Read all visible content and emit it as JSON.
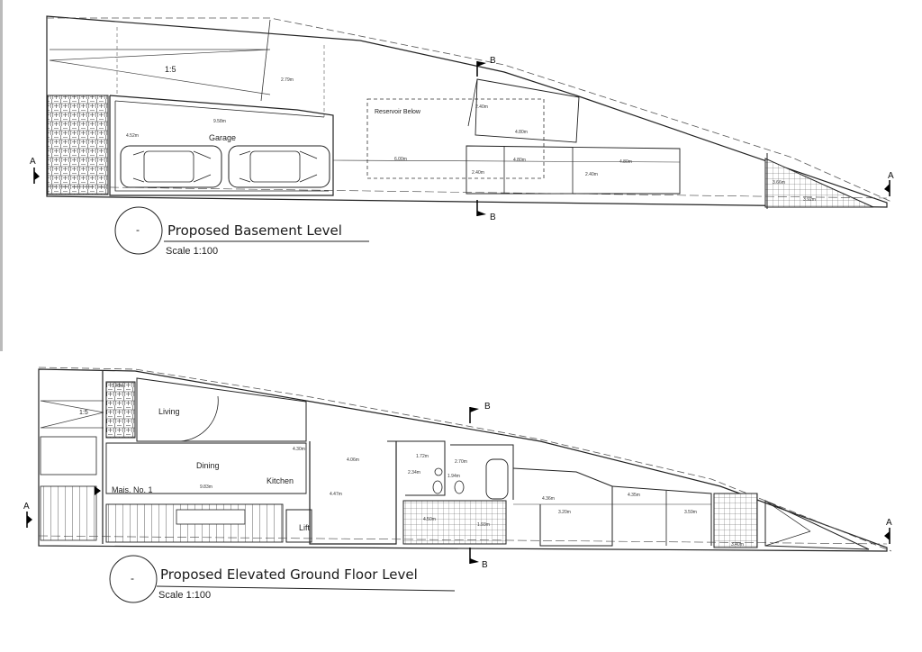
{
  "basement": {
    "title": "Proposed Basement Level",
    "scale": "Scale 1:100",
    "symbol": "-",
    "rooms": {
      "garage": "Garage",
      "reservoir": "Reservoir Below"
    },
    "ramp": "1:5",
    "section_a": "A",
    "section_b": "B",
    "dims": {
      "d1": "2.79m",
      "d2": "9.58m",
      "d3": "4.52m",
      "d4": "6.00m",
      "d5": "2.40m",
      "d6": "4.80m",
      "d7": "2.40m",
      "d8": "4.80m",
      "d9": "2.40m",
      "d10": "4.80m",
      "d11": "2.40m",
      "d12": "3.66m",
      "d13": "3.92m"
    }
  },
  "ground": {
    "title": "Proposed Elevated Ground Floor Level",
    "scale": "Scale 1:100",
    "symbol": "-",
    "rooms": {
      "living": "Living",
      "dining": "Dining",
      "kitchen": "Kitchen",
      "unit": "Mais. No. 1",
      "lift": "Lift"
    },
    "ramp": "1:5",
    "section_a": "A",
    "section_b": "B",
    "dims": {
      "d1": "3.43m",
      "d2": "4.30m",
      "d3": "9.83m",
      "d4": "4.06m",
      "d5": "4.47m",
      "d6": "1.72m",
      "d7": "2.34m",
      "d8": "2.70m",
      "d9": "1.94m",
      "d10": "4.50m",
      "d11": "1.93m",
      "d12": "4.36m",
      "d13": "3.20m",
      "d14": "4.35m",
      "d15": "3.59m",
      "d16": "3.40m"
    }
  }
}
